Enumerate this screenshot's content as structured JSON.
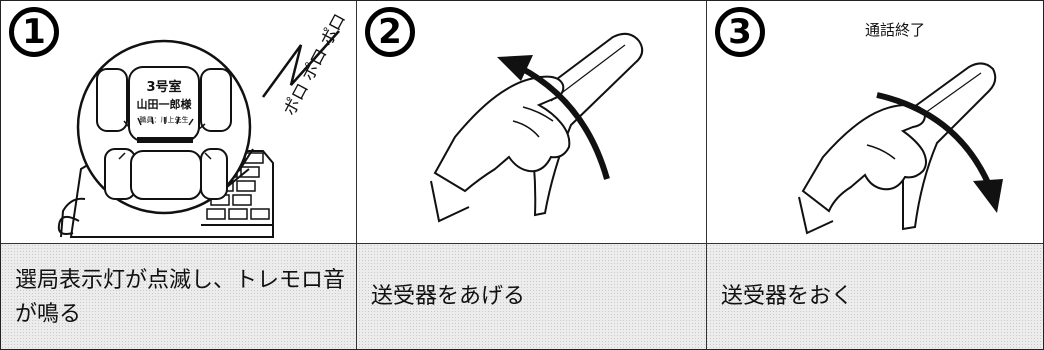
{
  "steps": [
    {
      "number": "1",
      "caption": "選局表示灯が点滅し、トレモロ音が鳴る",
      "sound_text": "ポロ ポロ ポロ",
      "display": {
        "room": "3号室",
        "name": "山田一郎様",
        "sub": "職員：川上先生"
      }
    },
    {
      "number": "2",
      "caption": "送受器をあげる"
    },
    {
      "number": "3",
      "caption": "送受器をおく",
      "note": "通話終了"
    }
  ]
}
